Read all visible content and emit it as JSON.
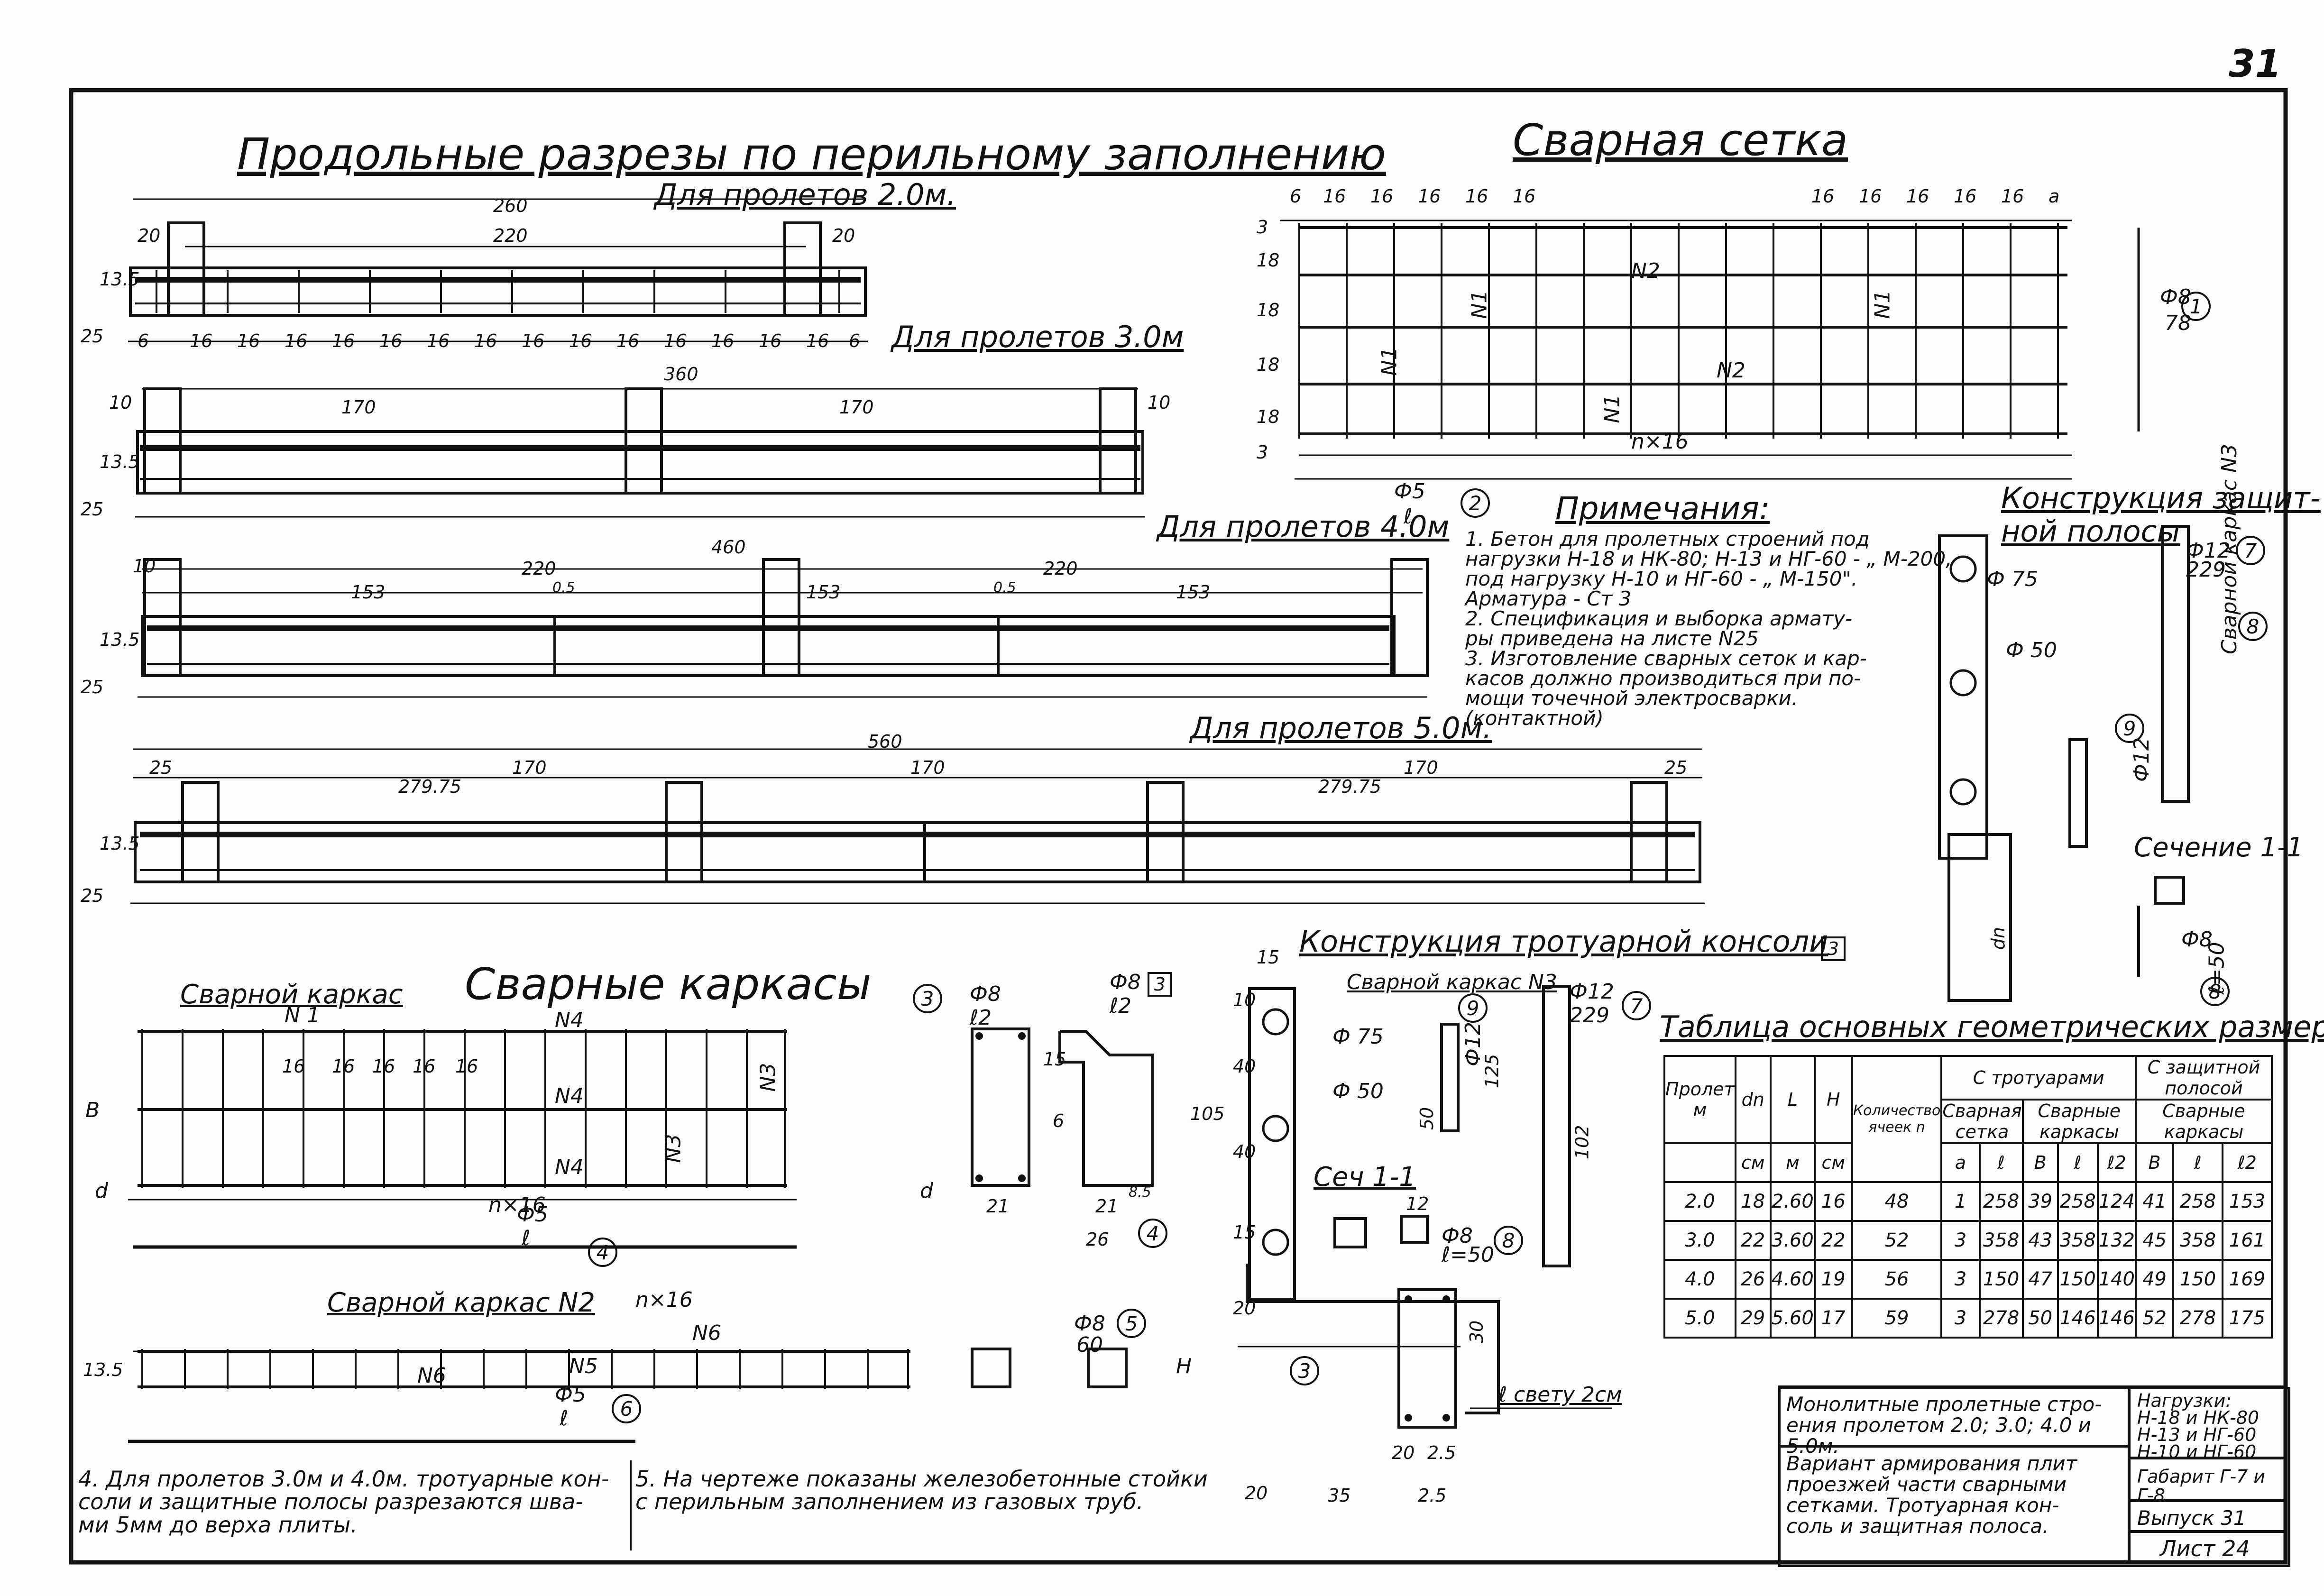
{
  "page_number": "31",
  "titles": {
    "long_sections": "Продольные разрезы по перильному заполнению",
    "span20": "Для пролетов 2.0м.",
    "span30": "Для пролетов 3.0м",
    "span40": "Для пролетов 4.0м",
    "span50": "Для пролетов 5.0м.",
    "welded_mesh": "Сварная сетка",
    "welded_frames": "Сварные каркасы",
    "sidewalk_console": "Конструкция тротуарной консоли",
    "protective_strip_1": "Конструкция защит-",
    "protective_strip_2": "ной полосы",
    "geo_table": "Таблица основных геометрических размеров",
    "notes": "Примечания:",
    "section_1_1_a": "Сечение 1-1",
    "section_1_1_b": "Сеч 1-1",
    "frame_1": "Сварной каркас",
    "frame_1_no": "N 1",
    "frame_2": "Сварной каркас N2",
    "frame_3": "Сварной каркас N3",
    "frame_3_vert": "Сварной каркас N3"
  },
  "notes": [
    "1. Бетон для пролетных строений под",
    "нагрузки Н-18 и НК-80; Н-13 и НГ-60 - „ М-200,",
    "под нагрузку Н-10 и НГ-60 - „ М-150\".",
    "Арматура - Ст 3",
    "2. Спецификация и выборка армату-",
    "ры приведена на листе N25",
    "3. Изготовление сварных сеток и кар-",
    "касов должно производиться при по-",
    "мощи точечной электросварки.",
    "(контактной)"
  ],
  "bottom_notes": {
    "note4": "4. Для пролетов 3.0м и 4.0м. тротуарные кон-\nсоли и защитные полосы разрезаются шва-\nми 5мм до верха плиты.",
    "note5": "5. На чертеже показаны железобетонные стойки\nс перильным заполнением из газовых труб."
  },
  "dims": {
    "s20": {
      "total": "260",
      "inner": "220",
      "end": "20",
      "h1": "13.5",
      "h2": "25",
      "spacing": [
        "6",
        "16",
        "16",
        "16",
        "16",
        "16",
        "16",
        "16",
        "16",
        "16",
        "16",
        "16",
        "16",
        "16",
        "16",
        "6"
      ]
    },
    "s30": {
      "total": "360",
      "bay": "170",
      "end": "10",
      "h1": "13.5",
      "h2": "25"
    },
    "s40": {
      "total": "460",
      "bay": "220",
      "sub": "153",
      "gap": "0.5",
      "end": "10",
      "h1": "13.5",
      "h2": "25"
    },
    "s50": {
      "total": "560",
      "bay": "170",
      "sub": "279.75",
      "end": "25",
      "h1": "13.5",
      "h2": "25"
    },
    "mesh": {
      "top": [
        "6",
        "16",
        "16",
        "16",
        "16",
        "16",
        "16",
        "16",
        "16",
        "16",
        "16",
        "a"
      ],
      "side": [
        "3",
        "18",
        "18",
        "18",
        "18",
        "3"
      ],
      "n16": "n×16",
      "bar1": "Ф8",
      "bar1_len": "78",
      "bar2": "Ф5",
      "bar2_len": "ℓ",
      "n1": "N1",
      "n2": "N2"
    },
    "frames": {
      "n16": "n×16",
      "spacings": [
        "16",
        "16",
        "16",
        "16",
        "16"
      ],
      "b": "В",
      "d": "d",
      "bar4": "Ф5",
      "bar4_len": "ℓ",
      "bar6": "Ф5",
      "bar6_len": "ℓ",
      "h135": "13.5",
      "n4": "N4",
      "n3": "N3",
      "n5": "N5",
      "n6": "N6"
    },
    "stirrups": {
      "bar3": "Ф8",
      "len3": "ℓ2",
      "w21": "21",
      "w26": "26",
      "bar5": "Ф8",
      "len5": "60",
      "h15": "15",
      "h6": "6",
      "h85": "8.5"
    },
    "console": {
      "h10": "10",
      "h40": "40",
      "h105": "105",
      "h15": "15",
      "h20": "20",
      "H": "Н",
      "d75": "Ф 75",
      "d50": "Ф 50",
      "w15": "15",
      "w20": "20",
      "w35": "35",
      "w25": "2.5",
      "w20b": "20",
      "w25b": "2.5",
      "bar9": "Ф12",
      "len9": "125",
      "bar7": "Ф12",
      "len7": "229",
      "h50": "50",
      "h102": "102",
      "bar8": "Ф8",
      "len8": "ℓ=50",
      "sec12": "12",
      "v30": "30",
      "light": "ℓ свету 2см",
      "dn": "dn"
    }
  },
  "geo_table": {
    "headers": {
      "span": "Пролет м",
      "dn": "dn",
      "L": "L",
      "H": "Н",
      "cells": "Количество ячеек n",
      "with_sidewalk": "С тротуарами",
      "with_strip": "С защитной полосой",
      "mesh": "Сварная сетка",
      "frames": "Сварные каркасы",
      "frames2": "Сварные каркасы",
      "units": [
        "см",
        "м",
        "см"
      ],
      "sub": [
        "a",
        "ℓ",
        "В",
        "ℓ",
        "ℓ2",
        "В",
        "ℓ",
        "ℓ2"
      ]
    },
    "rows": [
      [
        "2.0",
        "18",
        "2.60",
        "16",
        "48",
        "1",
        "258",
        "39",
        "258",
        "124",
        "41",
        "258",
        "153"
      ],
      [
        "3.0",
        "22",
        "3.60",
        "22",
        "52",
        "3",
        "358",
        "43",
        "358",
        "132",
        "45",
        "358",
        "161"
      ],
      [
        "4.0",
        "26",
        "4.60",
        "19",
        "56",
        "3",
        "150",
        "47",
        "150",
        "140",
        "49",
        "150",
        "169"
      ],
      [
        "5.0",
        "29",
        "5.60",
        "17",
        "59",
        "3",
        "278",
        "50",
        "146",
        "146",
        "52",
        "278",
        "175"
      ]
    ]
  },
  "stamp": {
    "title": "Монолитные пролетные стро-\nения пролетом 2.0; 3.0; 4.0 и 5.0м.",
    "loads": "Нагрузки:\nН-18 и НК-80\nН-13 и НГ-60\nН-10 и НГ-60",
    "variant": "Вариант армирования плит\nпроезжей части сварными\nсетками. Тротуарная кон-\nсоль и защитная полоса.",
    "gabarit": "Габарит Г-7 и Г-8",
    "issue": "Выпуск 31",
    "sheet": "Лист 24"
  },
  "markers": [
    "1",
    "2",
    "3",
    "4",
    "5",
    "6",
    "7",
    "8",
    "9"
  ]
}
